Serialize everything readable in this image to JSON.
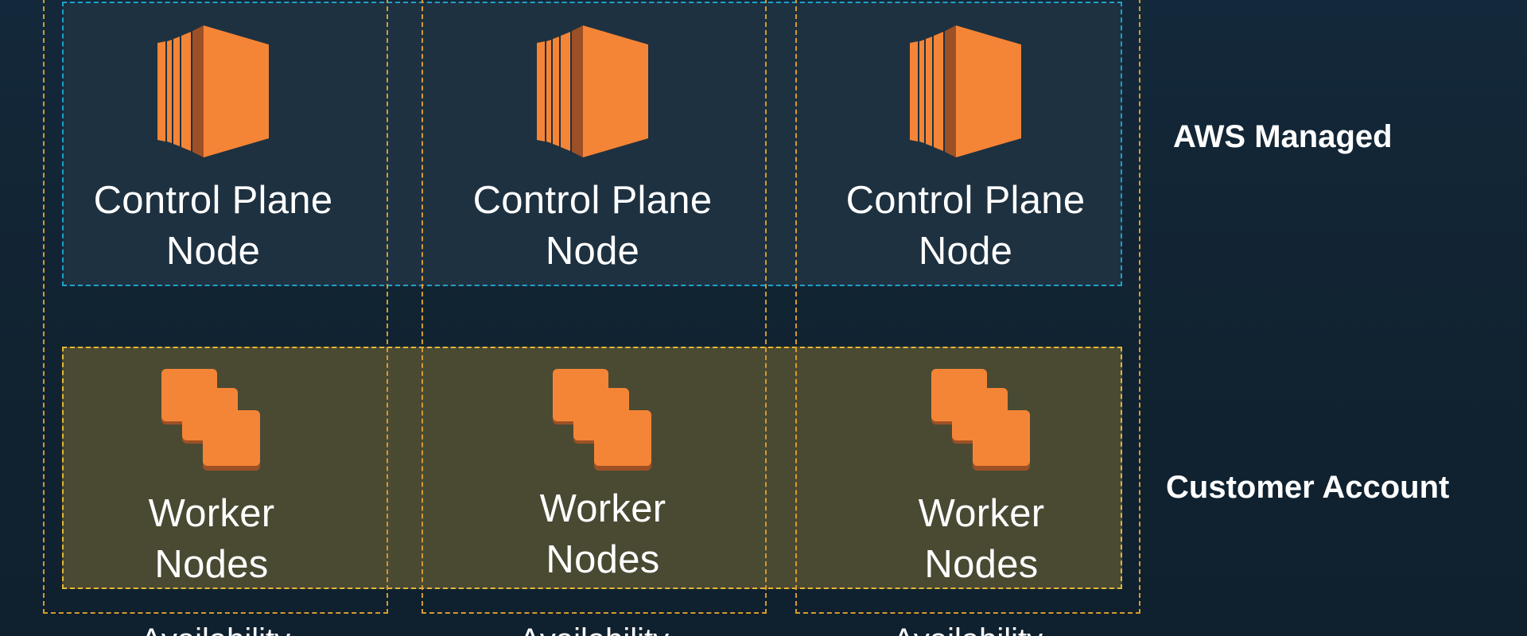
{
  "diagram": {
    "columns": [
      {
        "control_plane": {
          "line1": "Control Plane",
          "line2": "Node",
          "icon": "ec2-instance-icon"
        },
        "worker": {
          "line1": "Worker",
          "line2": "Nodes",
          "icon": "ec2-instances-icon"
        },
        "az_label": "Availability"
      },
      {
        "control_plane": {
          "line1": "Control Plane",
          "line2": "Node",
          "icon": "ec2-instance-icon"
        },
        "worker": {
          "line1": "Worker",
          "line2": "Nodes",
          "icon": "ec2-instances-icon"
        },
        "az_label": "Availability"
      },
      {
        "control_plane": {
          "line1": "Control Plane",
          "line2": "Node",
          "icon": "ec2-instance-icon"
        },
        "worker": {
          "line1": "Worker",
          "line2": "Nodes",
          "icon": "ec2-instances-icon"
        },
        "az_label": "Availability"
      }
    ],
    "bands": {
      "aws_managed": "AWS Managed",
      "customer_account": "Customer Account"
    },
    "colors": {
      "background": "#122533",
      "control_band_fill": "#1e3140",
      "control_band_border": "#1fa0c9",
      "worker_band_fill": "#4a4a33",
      "worker_band_border": "#e5b735",
      "az_border": "#d59a2e",
      "icon_orange": "#f58536",
      "icon_dark": "#9d5025"
    }
  }
}
